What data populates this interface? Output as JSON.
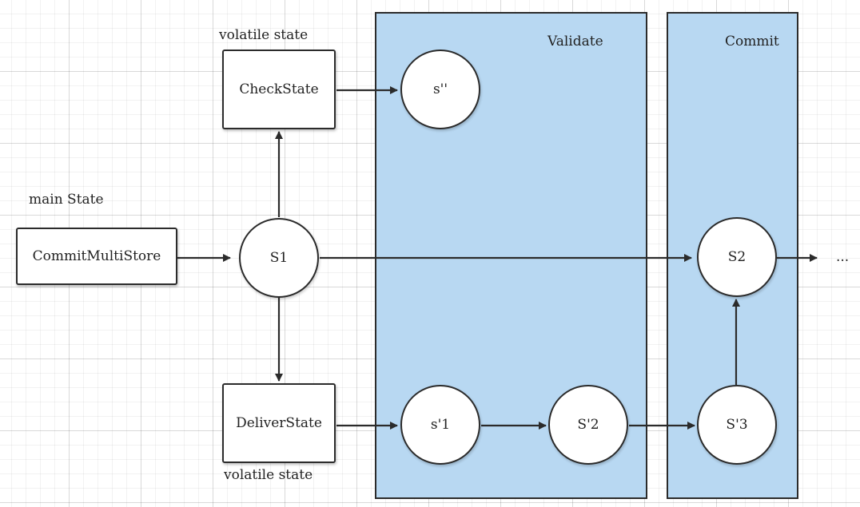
{
  "panels": {
    "validate": {
      "title": "Validate"
    },
    "commit": {
      "title": "Commit"
    }
  },
  "boxes": {
    "commit_multi_store": "CommitMultiStore",
    "check_state": "CheckState",
    "deliver_state": "DeliverState"
  },
  "nodes": {
    "s1": "S1",
    "s_double_prime": "s''",
    "s_prime_1": "s'1",
    "s_prime_2": "S'2",
    "s_prime_3": "S'3",
    "s2": "S2"
  },
  "labels": {
    "main_state": "main State",
    "volatile_state_top": "volatile state",
    "volatile_state_bottom": "volatile state",
    "ellipsis": "..."
  },
  "colors": {
    "panel_fill": "#b8d8f2",
    "stroke": "#2b2b2b",
    "node_fill": "#ffffff"
  }
}
